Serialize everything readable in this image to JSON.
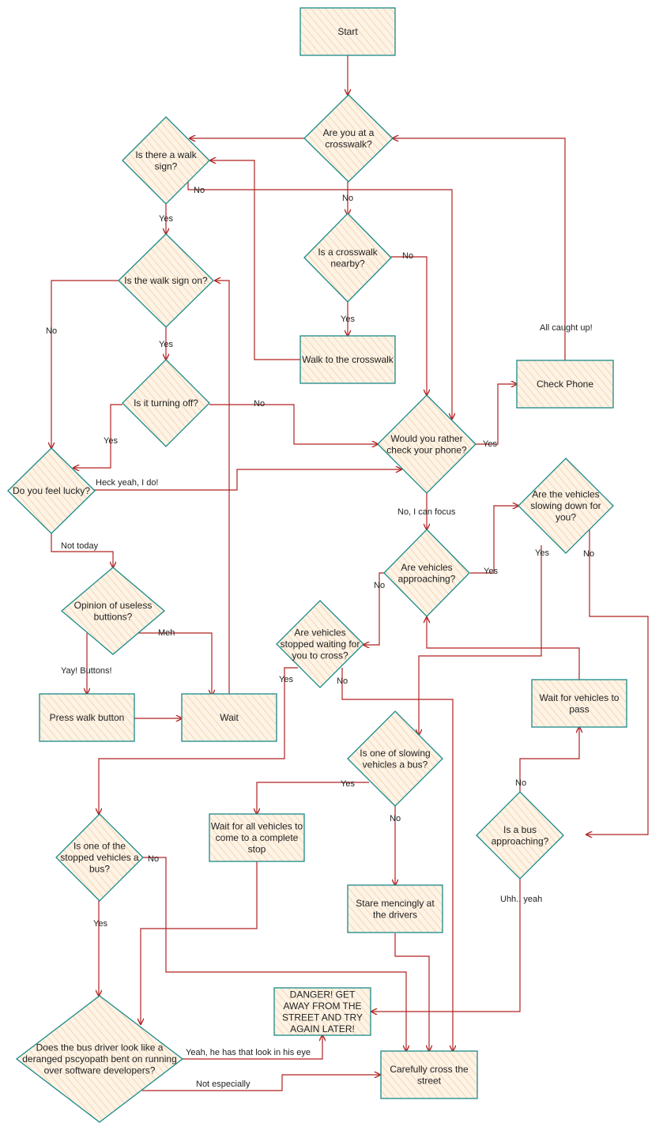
{
  "colors": {
    "node_stroke": "#1a8a8a",
    "node_fill": "#fdf3e6",
    "hatch": "#f6d7b0",
    "edge": "#b22222",
    "text": "#222222"
  },
  "nodes": {
    "start": {
      "lines": [
        "Start"
      ]
    },
    "at_crosswalk": {
      "lines": [
        "Are you at a",
        "crosswalk?"
      ]
    },
    "walk_sign": {
      "lines": [
        "Is there a walk",
        "sign?"
      ]
    },
    "crosswalk_nearby": {
      "lines": [
        "Is a crosswalk",
        "nearby?"
      ]
    },
    "walk_sign_on": {
      "lines": [
        "Is the walk sign on?"
      ]
    },
    "walk_to_crosswalk": {
      "lines": [
        "Walk to the crosswalk"
      ]
    },
    "check_phone": {
      "lines": [
        "Check Phone"
      ]
    },
    "turning_off": {
      "lines": [
        "Is it turning off?"
      ]
    },
    "rather_phone": {
      "lines": [
        "Would you rather",
        "check your phone?"
      ]
    },
    "feel_lucky": {
      "lines": [
        "Do you feel lucky?"
      ]
    },
    "slowing_down": {
      "lines": [
        "Are the vehicles",
        "slowing down for",
        "you?"
      ]
    },
    "vehicles_approaching": {
      "lines": [
        "Are vehicles",
        "approaching?"
      ]
    },
    "opinion_buttons": {
      "lines": [
        "Opinion of useless",
        "buttions?"
      ]
    },
    "stopped_waiting": {
      "lines": [
        "Are vehicles",
        "stopped waiting for",
        "you to cross?"
      ]
    },
    "press_button": {
      "lines": [
        "Press walk button"
      ]
    },
    "wait": {
      "lines": [
        "Wait"
      ]
    },
    "wait_pass": {
      "lines": [
        "Wait for vehicles to",
        "pass"
      ]
    },
    "slowing_bus": {
      "lines": [
        "Is one of slowing",
        "vehicles a bus?"
      ]
    },
    "stopped_bus": {
      "lines": [
        "Is one of the",
        "stopped vehicles a",
        "bus?"
      ]
    },
    "wait_complete_stop": {
      "lines": [
        "Wait for all vehicles to",
        "come to a complete",
        "stop"
      ]
    },
    "bus_approaching": {
      "lines": [
        "Is a bus",
        "approaching?"
      ]
    },
    "stare": {
      "lines": [
        "Stare mencingly at",
        "the drivers"
      ]
    },
    "danger": {
      "lines": [
        "DANGER! GET",
        "AWAY FROM THE",
        "STREET AND TRY",
        "AGAIN LATER!"
      ]
    },
    "deranged": {
      "lines": [
        "Does the bus driver look like a",
        "deranged pscyopath bent on running",
        "over software developers?"
      ]
    },
    "carefully_cross": {
      "lines": [
        "Carefully cross the",
        "street"
      ]
    }
  },
  "edge_labels": {
    "no_walk_sign": "No",
    "yes_walk_sign": "Yes",
    "no_at_crosswalk": "No",
    "no_nearby": "No",
    "yes_nearby": "Yes",
    "all_caught_up": "All caught up!",
    "no_sign_on": "No",
    "yes_sign_on": "Yes",
    "no_turning": "No",
    "yes_turning": "Yes",
    "yes_phone": "Yes",
    "heck_yeah": "Heck yeah, I do!",
    "no_focus": "No, I can focus",
    "yes_approaching": "Yes",
    "yes_slowing_down": "Yes",
    "no_slowing_down": "No",
    "not_today": "Not today",
    "no_approaching": "No",
    "meh": "Meh",
    "yes_stopped": "Yes",
    "no_stopped": "No",
    "yay_buttons": "Yay! Buttons!",
    "yes_slowing_bus": "Yes",
    "no_bus_approaching": "No",
    "no_slowing_bus": "No",
    "no_stopped_bus": "No",
    "yes_stopped_bus": "Yes",
    "uhh_yeah": "Uhh.. yeah",
    "yeah_look": "Yeah, he has that look in his eye",
    "not_especially": "Not especially"
  }
}
